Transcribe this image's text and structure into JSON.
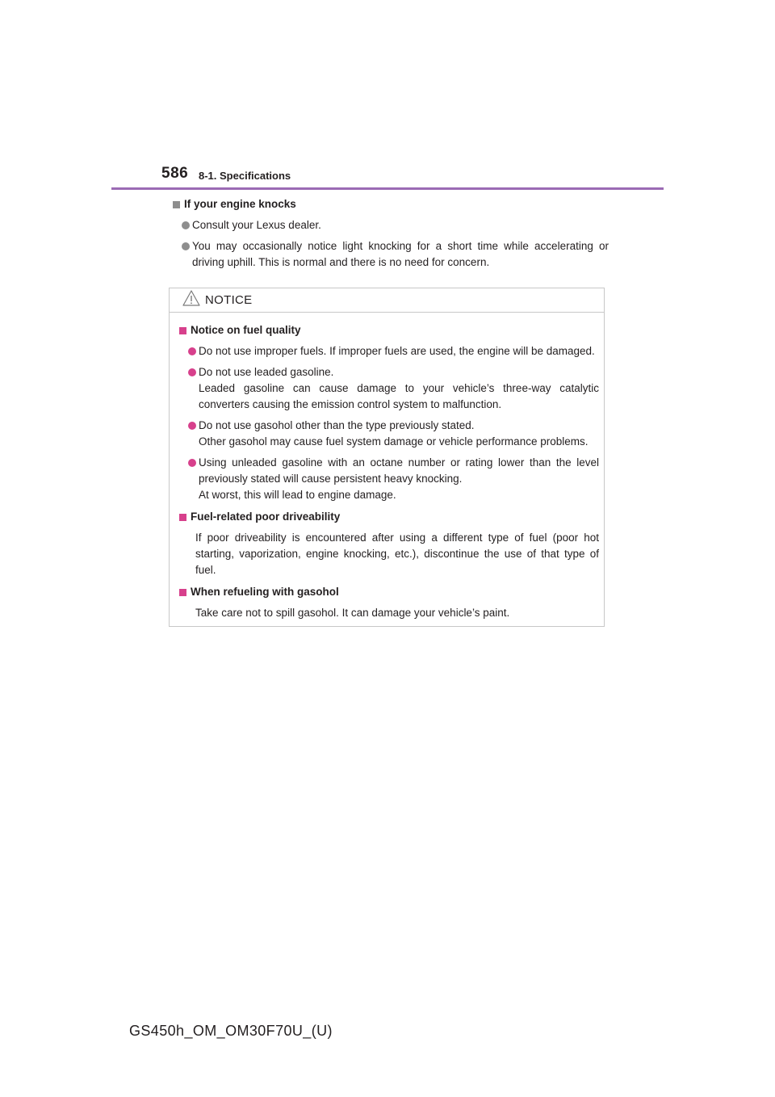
{
  "header": {
    "page_number": "586",
    "section": "8-1. Specifications"
  },
  "engine_knocks": {
    "heading": "If your engine knocks",
    "items": [
      "Consult your Lexus dealer.",
      "You may occasionally notice light knocking for a short time while accelerating or driving uphill. This is normal and there is no need for concern."
    ]
  },
  "notice": {
    "title": "NOTICE",
    "fuel_quality": {
      "heading": "Notice on fuel quality",
      "items": [
        {
          "line1": "Do not use improper fuels. If improper fuels are used, the engine will be damaged.",
          "line2": ""
        },
        {
          "line1": "Do not use leaded gasoline.",
          "line2": "Leaded gasoline can cause damage to your vehicle’s three-way catalytic converters causing the emission control system to malfunction."
        },
        {
          "line1": "Do not use gasohol other than the type previously stated.",
          "line2": "Other gasohol may cause fuel system damage or vehicle performance problems."
        },
        {
          "line1": "Using unleaded gasoline with an octane number or rating lower than the level previously stated will cause persistent heavy knocking.",
          "line2": "At worst, this will lead to engine damage."
        }
      ]
    },
    "driveability": {
      "heading": "Fuel-related poor driveability",
      "text": "If poor driveability is encountered after using a different type of fuel (poor hot starting, vaporization, engine knocking, etc.), discontinue the use of that type of fuel."
    },
    "gasohol": {
      "heading": "When refueling with gasohol",
      "text": "Take care not to spill gasohol. It can damage your vehicle’s paint."
    }
  },
  "footer": {
    "doc_code": "GS450h_OM_OM30F70U_(U)"
  },
  "colors": {
    "header_rule": "#9b6bb4",
    "notice_accent": "#d7408c",
    "bullet_gray": "#8e8e8e"
  }
}
